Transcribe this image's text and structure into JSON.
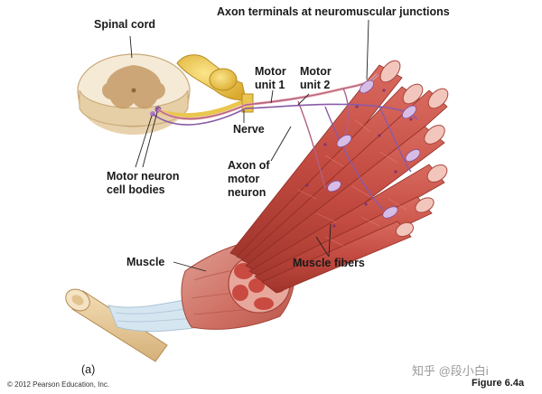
{
  "labels": {
    "spinal_cord": "Spinal cord",
    "axon_terminals": "Axon terminals at neuromuscular junctions",
    "motor_unit_1": [
      "Motor",
      "unit 1"
    ],
    "motor_unit_2": [
      "Motor",
      "unit 2"
    ],
    "nerve": "Nerve",
    "axon_of_motor_neuron": [
      "Axon of",
      "motor",
      "neuron"
    ],
    "motor_neuron_cell_bodies": [
      "Motor neuron",
      "cell bodies"
    ],
    "muscle": "Muscle",
    "muscle_fibers": "Muscle fibers",
    "panel": "(a)",
    "figure": "Figure 6.4a"
  },
  "footer": {
    "copyright": "© 2012 Pearson Education, Inc.",
    "watermark": "知乎 @段小白i"
  },
  "colors": {
    "muscle": "#c9524a",
    "muscle_dark": "#a8392f",
    "fiber_end": "#f3c6bd",
    "neuron_purple": "#8a5aa8",
    "ganglion_yellow": "#e9c74f",
    "spinal_gray": "#f2e3c8",
    "spinal_matter": "#c69a66",
    "tendon": "#cfe0ec",
    "bone": "#e9cfa0"
  }
}
